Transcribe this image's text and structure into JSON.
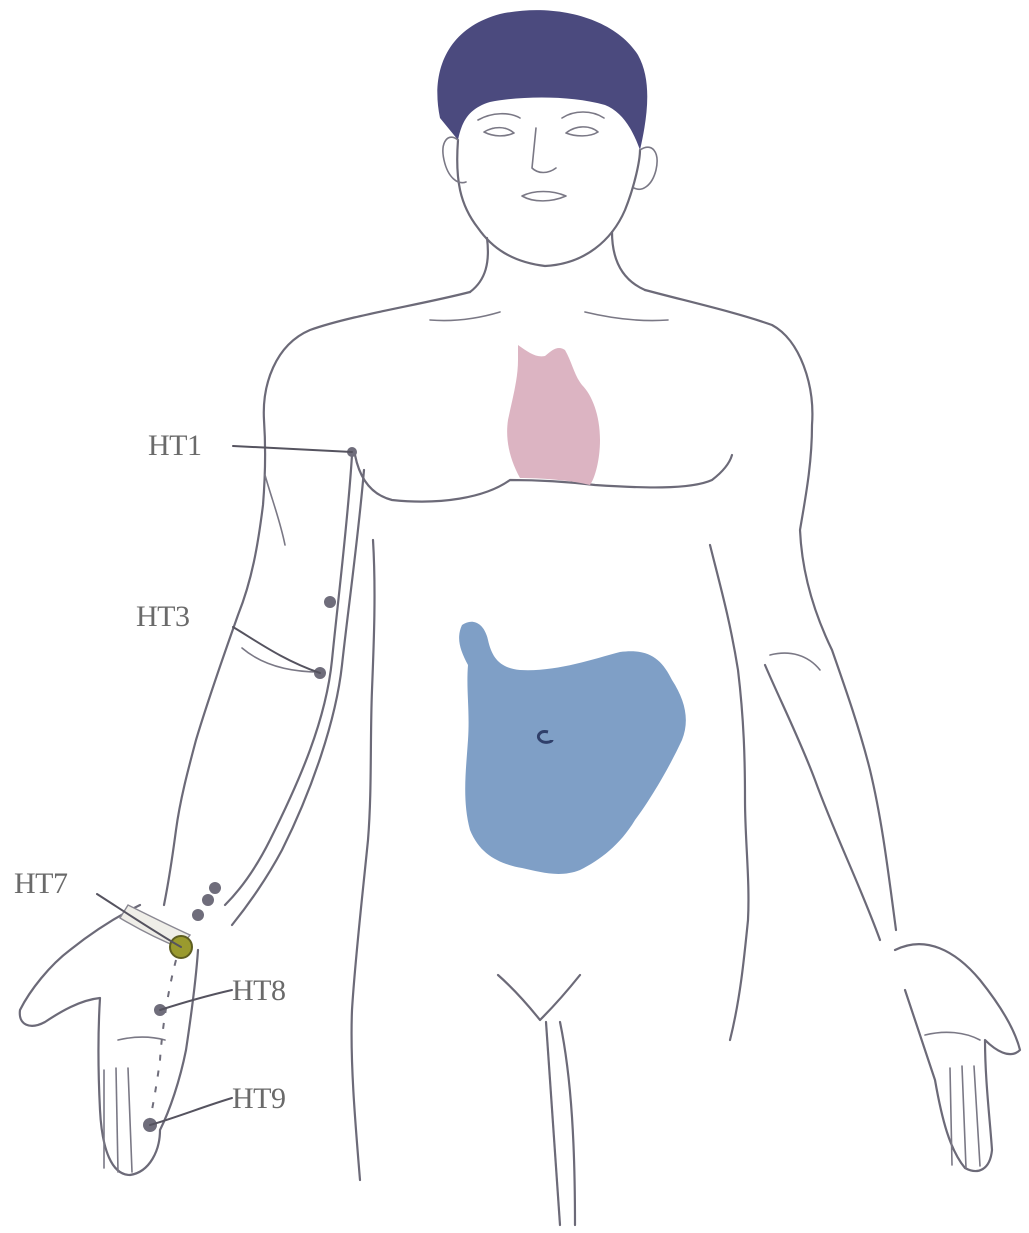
{
  "labels": {
    "ht1": "HT1",
    "ht3": "HT3",
    "ht7": "HT7",
    "ht8": "HT8",
    "ht9": "HT9"
  },
  "colors": {
    "hair": "#4b4a7e",
    "heart": "#dcb4c2",
    "abdomen": "#7f9fc6",
    "meridian": "#6f6d7b",
    "ht7_highlight": "#9a9a2e"
  },
  "icons": {
    "heart_region": "heart-organ-shape",
    "abdomen_region": "small-intestine-organ-shape"
  }
}
